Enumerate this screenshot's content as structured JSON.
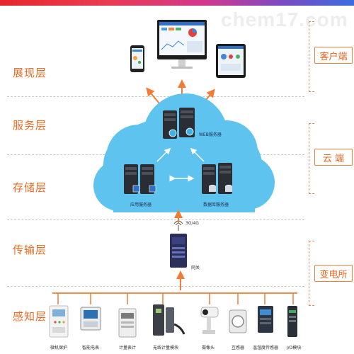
{
  "watermark": "chem17.com",
  "layers": {
    "presentation": "展现层",
    "service": "服务层",
    "storage": "存储层",
    "transport": "传输层",
    "sensing": "感知层"
  },
  "groups": {
    "client": "客户端",
    "cloud": "云  端",
    "substation": "变电所"
  },
  "servers": {
    "web": "WEB服务器",
    "app": "应用服务器",
    "db": "数据库服务器"
  },
  "network": {
    "signal": "3G/4G",
    "gateway": "网关"
  },
  "devices": [
    "微机保护",
    "智能电表",
    "计量表计",
    "无线计量模块",
    "摄像头",
    "互感器",
    "温湿度传感器",
    "I/O模块"
  ],
  "colors": {
    "accent": "#f06a22",
    "cloud": "#5fc3ef",
    "arrow": "#f27b35"
  }
}
